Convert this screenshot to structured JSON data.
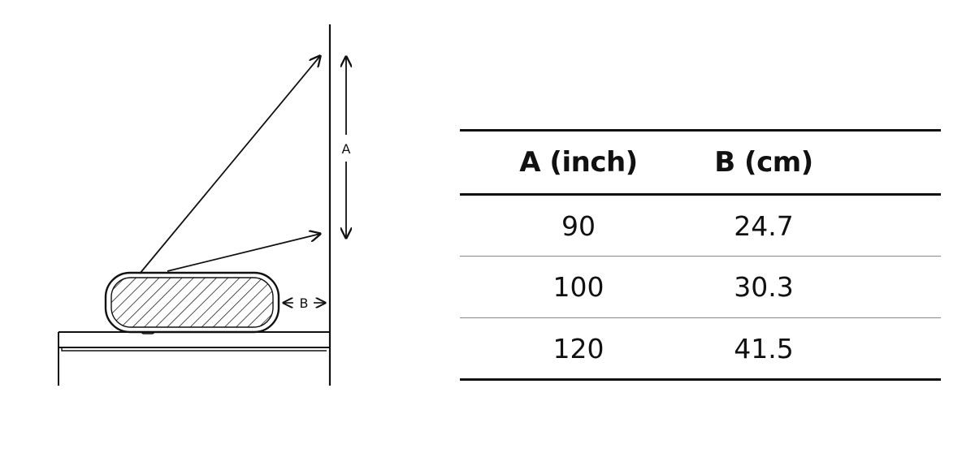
{
  "diagram": {
    "label_a": "A",
    "label_b": "B"
  },
  "table": {
    "headers": [
      "A (inch)",
      "B (cm)"
    ],
    "rows": [
      [
        "90",
        "24.7"
      ],
      [
        "100",
        "30.3"
      ],
      [
        "120",
        "41.5"
      ]
    ]
  }
}
